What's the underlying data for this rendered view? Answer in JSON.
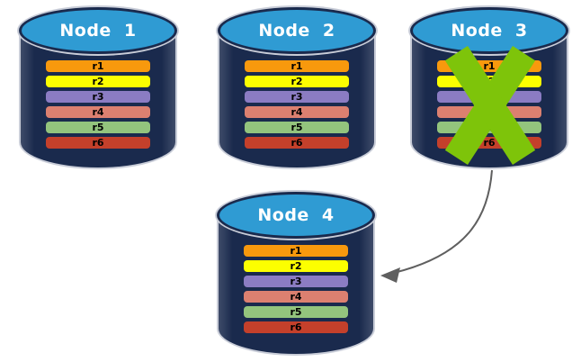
{
  "nodes": [
    {
      "title": "Node 1",
      "rows": [
        "r1",
        "r2",
        "r3",
        "r4",
        "r5",
        "r6"
      ]
    },
    {
      "title": "Node 2",
      "rows": [
        "r1",
        "r2",
        "r3",
        "r4",
        "r5",
        "r6"
      ]
    },
    {
      "title": "Node 3",
      "rows": [
        "r1",
        "r2",
        "r3",
        "r4",
        "r5",
        "r6"
      ],
      "failed": true
    },
    {
      "title": "Node 4",
      "rows": [
        "r1",
        "r2",
        "r3",
        "r4",
        "r5",
        "r6"
      ]
    }
  ],
  "icons": {
    "failure_cross": "green-x-mark-over-node-3",
    "failover_arrow": "curved-gray-arrow-from-node-3-to-node-4"
  },
  "arrow": {
    "from": "Node 3",
    "to": "Node 4"
  },
  "colors": {
    "cylinder_body": "#1A2A4D",
    "cylinder_top": "#2F9BD3",
    "outline": "#C9CDD8",
    "row_colors": [
      "#F8990D",
      "#FCFF00",
      "#8B7CC3",
      "#DC8070",
      "#93C47D",
      "#C4402B"
    ],
    "row_text": "#000000",
    "title_text": "#FFFFFF",
    "fail_x": "#7EC40A",
    "arrow": "#5F5F5F"
  }
}
